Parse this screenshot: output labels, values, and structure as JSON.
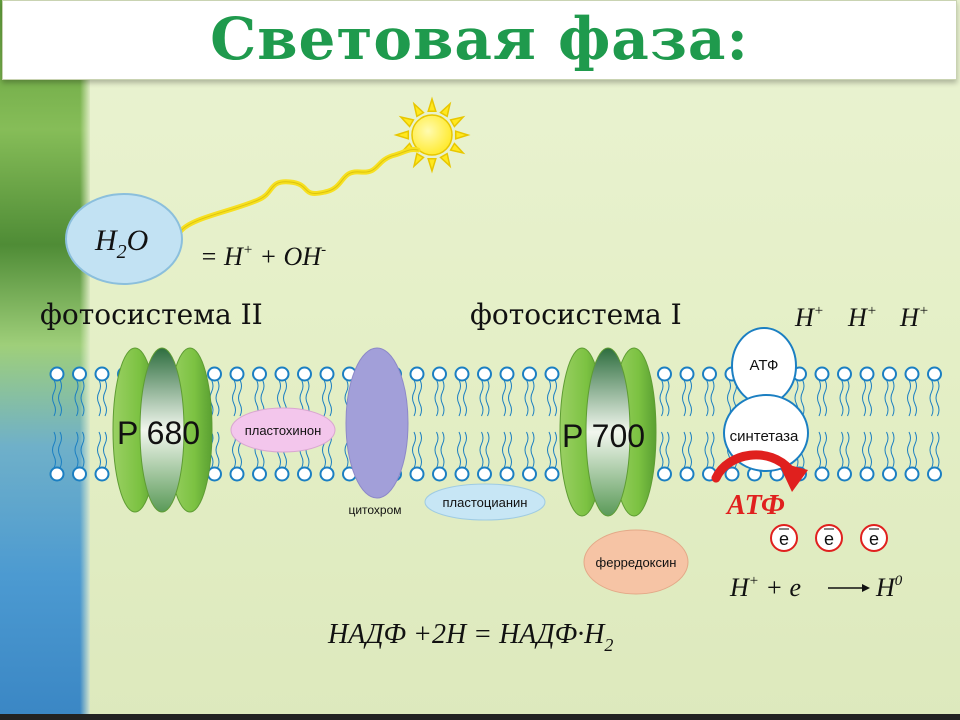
{
  "title": "Световая фаза:",
  "labels": {
    "water": "H",
    "water_sub": "2",
    "water_tail": "O",
    "water_split": "= H",
    "water_split_plus": "+",
    "water_split_mid": " + OH",
    "water_split_minus": "-",
    "photosystem_2": "фотосистема II",
    "photosystem_1": "фотосистема I",
    "p680": "P 680",
    "p700": "P 700",
    "plastoquinone": "пластохинон",
    "cytochrome": "цитохром",
    "plastocyanin": "пластоцианин",
    "ferredoxin": "ферредоксин",
    "atp_top": "АТФ",
    "synthase": "синтетаза",
    "atp_product": "АТФ",
    "proton": "H",
    "proton_plus": "+",
    "electron": "e",
    "reduction_left": "H",
    "reduction_plus": "+",
    "reduction_mid": " + e",
    "reduction_right": "H",
    "reduction_sup": "0",
    "nadp_eq": "НАДФ +2Н = НАДФ·Н",
    "nadp_sub": "2"
  },
  "colors": {
    "title": "#1f9a4d",
    "membrane_head": "#1b7fc2",
    "photosystem_green": "#7cc242",
    "cytochrome": "#a29fd9",
    "plastoquinone": "#f3c6ec",
    "plastocyanin": "#c7e6f5",
    "ferredoxin": "#f6c4a5",
    "atp_red": "#e0201e",
    "sun": "#ffe81f"
  }
}
